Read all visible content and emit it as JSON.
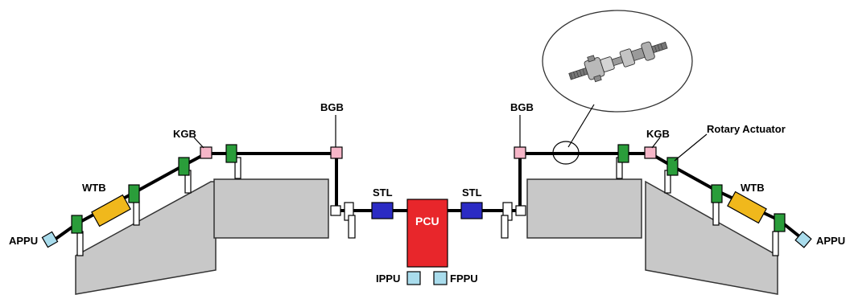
{
  "labels": {
    "kgb_left": "KGB",
    "bgb_left": "BGB",
    "bgb_right": "BGB",
    "kgb_right": "KGB",
    "rotary_actuator": "Rotary Actuator",
    "wtb_left": "WTB",
    "wtb_right": "WTB",
    "stl_left": "STL",
    "stl_right": "STL",
    "pcu": "PCU",
    "ippu": "IPPU",
    "fppu": "FPPU",
    "appu_left": "APPU",
    "appu_right": "APPU"
  },
  "colors": {
    "panel": "#c8c8c8",
    "bearing_green": "#2a9d3a",
    "gearbox_pink": "#f6b6c8",
    "stl_blue": "#2b2bc4",
    "ppu_light_blue": "#a9dcec",
    "wtb_gold": "#f0b81c",
    "pcu_red": "#e8262b"
  },
  "icons": {
    "inset": "torque-tube-drive-shaft-assembly-icon"
  }
}
